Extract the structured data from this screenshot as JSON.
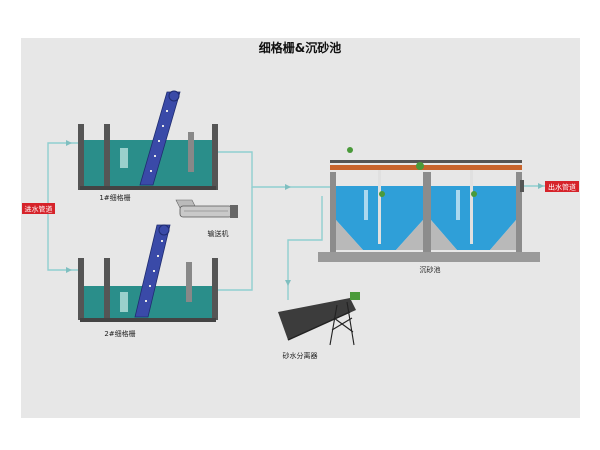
{
  "window": {
    "title": "细格栅&沉砂池"
  },
  "inlet": {
    "label": "进水管道"
  },
  "outlet": {
    "label": "出水管道"
  },
  "screens": [
    {
      "label": "1#细格栅"
    },
    {
      "label": "2#细格栅"
    }
  ],
  "conveyor": {
    "label": "输送机"
  },
  "grit_chamber": {
    "label": "沉砂池"
  },
  "separator": {
    "label": "砂水分离器"
  },
  "colors": {
    "panel": "#e7e7e7",
    "water": "#2a8e8a",
    "pipe": "#8fcfd0",
    "screen_machine": "#3a4aa8",
    "chamber_water": "#2f9fd8",
    "gantry": "#c8642c",
    "inlet_label": "#d6232a"
  }
}
